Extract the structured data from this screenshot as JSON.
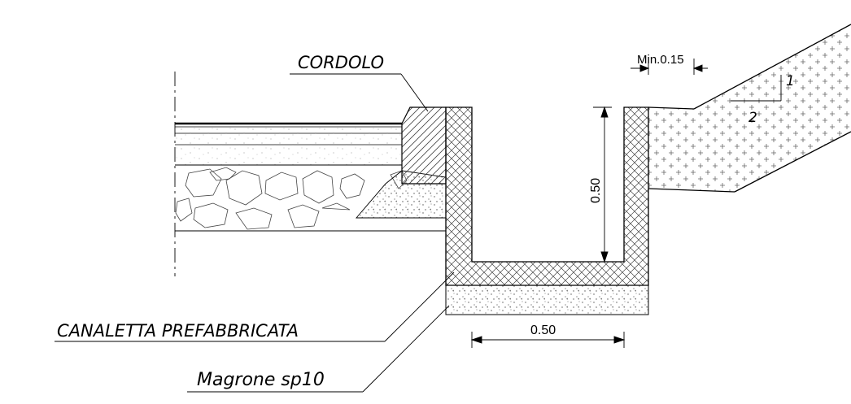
{
  "labels": {
    "cordolo": "CORDOLO",
    "canaletta": "CANALETTA PREFABBRICATA",
    "magrone": "Magrone sp10"
  },
  "dimensions": {
    "min_offset": "Min.0.15",
    "depth": "0.50",
    "width": "0.50"
  },
  "slope": {
    "vertical": "1",
    "horizontal": "2"
  },
  "colors": {
    "line": "#000000",
    "hatch": "#555555",
    "background": "#ffffff"
  }
}
